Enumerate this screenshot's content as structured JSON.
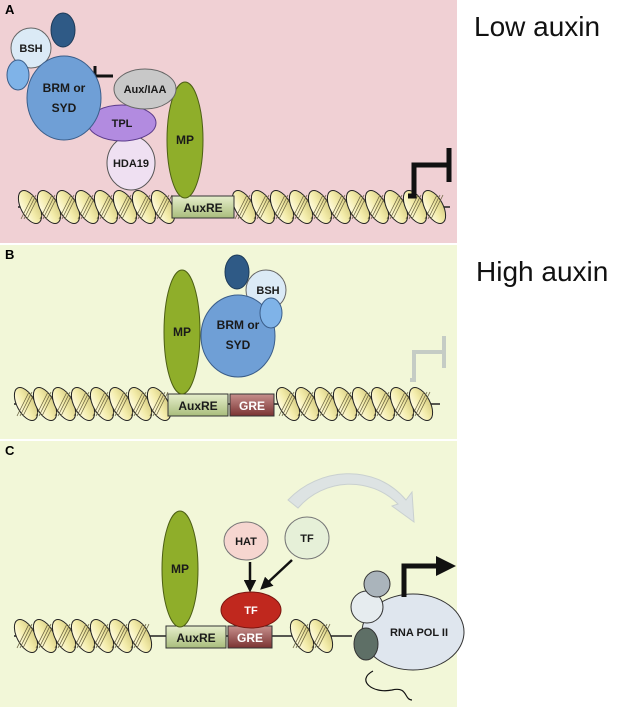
{
  "panels": {
    "a": {
      "letter": "A",
      "condition": "Low auxin",
      "proteins": {
        "bsh": "BSH",
        "brm_line1": "BRM or",
        "brm_line2": "SYD",
        "aux_iaa": "Aux/IAA",
        "tpl": "TPL",
        "hda19": "HDA19",
        "mp": "MP"
      },
      "elements": {
        "auxre": "AuxRE"
      }
    },
    "b": {
      "letter": "B",
      "condition": "High auxin",
      "proteins": {
        "bsh": "BSH",
        "brm_line1": "BRM or",
        "brm_line2": "SYD",
        "mp": "MP"
      },
      "elements": {
        "auxre": "AuxRE",
        "gre": "GRE"
      }
    },
    "c": {
      "letter": "C",
      "proteins": {
        "hat": "HAT",
        "tf_free": "TF",
        "tf_bound": "TF",
        "mp": "MP",
        "pol2": "RNA POL II"
      },
      "elements": {
        "auxre": "AuxRE",
        "gre": "GRE"
      }
    }
  },
  "colors": {
    "panel_a_bg": "#f0d0d4",
    "panel_bc_bg": "#f2f7d8",
    "mp": "#8fae2a",
    "brm": "#6f9fd6",
    "bsh": "#dbeaf6",
    "bsh_small": "#7fb3e8",
    "dark_blue": "#2f5a86",
    "aux_iaa": "#c8c8c8",
    "tpl": "#b28be0",
    "hda19": "#efe0f2",
    "hat": "#f6d6d0",
    "tf_free": "#e6f0d8",
    "tf_bound": "#c0281e",
    "pol2": "#dfe6ee",
    "nucleosome": "#f6f0b8",
    "auxre_box": "#cfdcae",
    "gre_box": "#9e5a58"
  }
}
